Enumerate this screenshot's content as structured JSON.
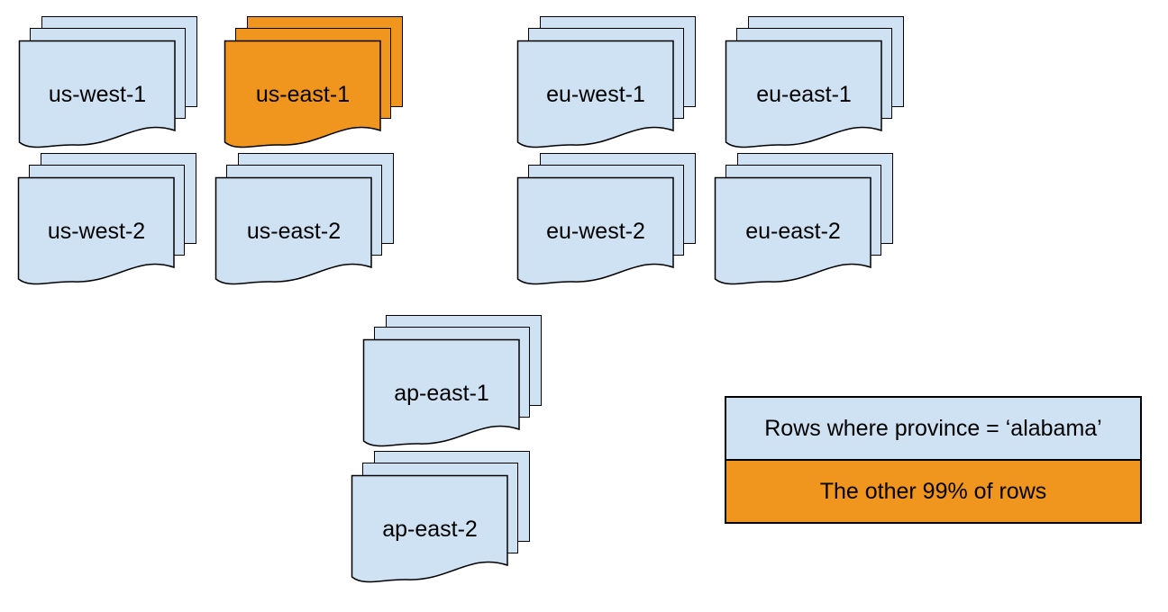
{
  "colors": {
    "region_fill": "#cfe2f3",
    "highlight_fill": "#f0961e",
    "stroke": "#000000",
    "background": "#ffffff"
  },
  "stacks": [
    {
      "label": "us-west-1",
      "highlighted": false
    },
    {
      "label": "us-east-1",
      "highlighted": true
    },
    {
      "label": "eu-west-1",
      "highlighted": false
    },
    {
      "label": "eu-east-1",
      "highlighted": false
    },
    {
      "label": "us-west-2",
      "highlighted": false
    },
    {
      "label": "us-east-2",
      "highlighted": false
    },
    {
      "label": "eu-west-2",
      "highlighted": false
    },
    {
      "label": "eu-east-2",
      "highlighted": false
    },
    {
      "label": "ap-east-1",
      "highlighted": false
    },
    {
      "label": "ap-east-2",
      "highlighted": false
    }
  ],
  "legend": {
    "items": [
      {
        "label": "Rows where province = ‘alabama’",
        "highlighted": false
      },
      {
        "label": "The other 99% of rows",
        "highlighted": true
      }
    ]
  }
}
